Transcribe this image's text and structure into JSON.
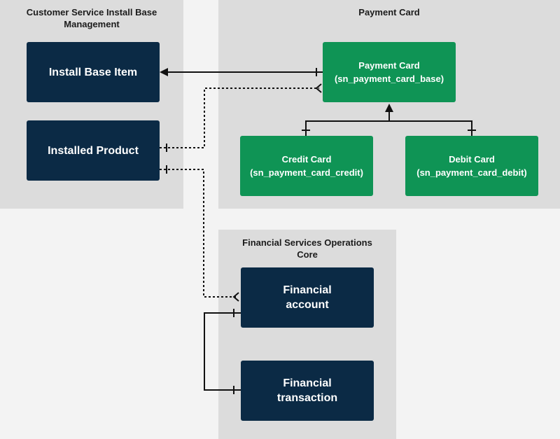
{
  "regions": {
    "csibm": {
      "title": "Customer Service Install Base\nManagement"
    },
    "payment_card": {
      "title": "Payment Card"
    },
    "fso_core": {
      "title": "Financial Services Operations\nCore"
    }
  },
  "entities": {
    "install_base_item": {
      "label": "Install Base Item"
    },
    "installed_product": {
      "label": "Installed Product"
    },
    "payment_card_base": {
      "label": "Payment Card\n(sn_payment_card_base)"
    },
    "credit_card": {
      "label": "Credit Card\n(sn_payment_card_credit)"
    },
    "debit_card": {
      "label": "Debit Card\n(sn_payment_card_debit)"
    },
    "financial_account": {
      "label": "Financial\naccount"
    },
    "financial_transaction": {
      "label": "Financial\ntransaction"
    }
  },
  "colors": {
    "region_bg": "#dcdcdc",
    "page_bg": "#f3f3f3",
    "navy": "#0b2a45",
    "green": "#0f9455",
    "line": "#111111"
  }
}
